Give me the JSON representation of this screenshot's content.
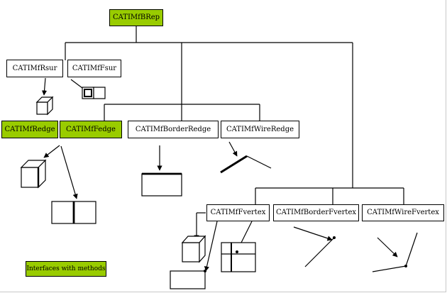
{
  "nodes": {
    "brep": "CATIMfBRep",
    "rsur": "CATIMfRsur",
    "fsur": "CATIMfFsur",
    "redge": "CATIMfRedge",
    "fedge": "CATIMfFedge",
    "border_redge": "CATIMfBorderRedge",
    "wire_redge": "CATIMfWireRedge",
    "fvertex": "CATIMfFvertex",
    "border_fvertex": "CATIMfBorderFvertex",
    "wire_fvertex": "CATIMfWireFvertex"
  },
  "legend": {
    "label": "Interfaces with methods"
  },
  "colors": {
    "interface_with_methods": "#99cc00",
    "plain_interface": "#ffffff",
    "line": "#000000"
  }
}
